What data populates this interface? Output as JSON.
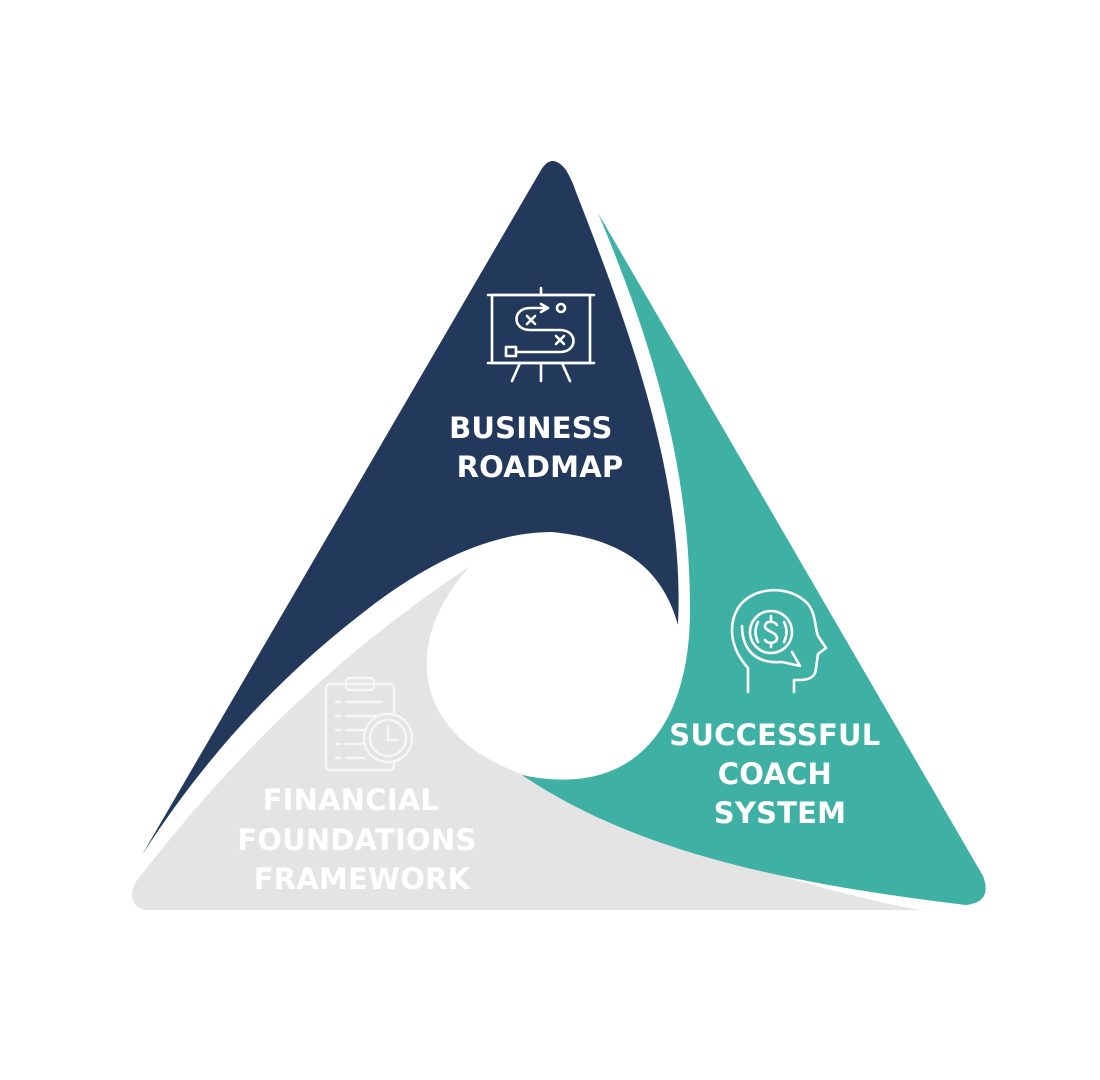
{
  "diagram": {
    "segments": [
      {
        "id": "business-roadmap",
        "label_lines": [
          "BUSINESS",
          "ROADMAP"
        ],
        "color": "#22395b",
        "icon": "strategy-board-icon"
      },
      {
        "id": "successful-coach-system",
        "label_lines": [
          "SUCCESSFUL",
          "COACH",
          "SYSTEM"
        ],
        "color": "#3fb0a4",
        "icon": "head-dollar-icon"
      },
      {
        "id": "financial-foundations-framework",
        "label_lines": [
          "FINANCIAL",
          "FOUNDATIONS",
          "FRAMEWORK"
        ],
        "color": "#e4e4e4",
        "icon": "clipboard-clock-icon"
      }
    ],
    "background": "#ffffff"
  }
}
